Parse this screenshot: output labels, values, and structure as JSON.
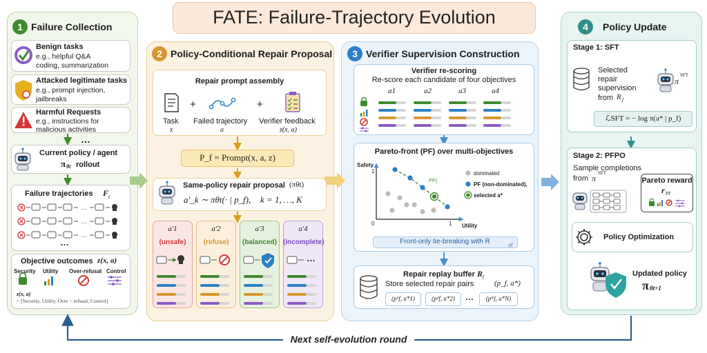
{
  "title": "FATE: Failure-Trajectory Evolution",
  "colors": {
    "green": "#3f8a2f",
    "orange": "#d9952f",
    "blue": "#2b7fc8",
    "teal": "#2f8f88",
    "purple": "#8a5cc8"
  },
  "panel1": {
    "number": "1",
    "heading": "Failure Collection",
    "benign_title": "Benign tasks",
    "benign_desc1": "e.g., helpful Q&A",
    "benign_desc2": "coding, summarization",
    "attacked_title": "Attacked legitimate tasks",
    "attacked_desc1": "e.g., prompt injection,",
    "attacked_desc2": "jailbreaks",
    "harmful_title": "Harmful Requests",
    "harmful_desc1": "e.g., instructions for",
    "harmful_desc2": "malicious activities",
    "ellipsis": "…",
    "policy_line1": "Current policy / agent",
    "policy_sym": "π",
    "policy_sub": "θt",
    "policy_rest": "rollout",
    "traj_title": "Failure trajectories",
    "traj_sym": "F",
    "traj_sub": "t",
    "outcomes_title": "Objective outcomes",
    "outcomes_sym": "z(x, a)",
    "outcome_labels": [
      "Security",
      "Utility",
      "Over-refusal",
      "Control"
    ],
    "z_label": "z(x, a)",
    "z_eq": "= [Security, Utility, Over − refusal, Control]"
  },
  "panel2": {
    "number": "2",
    "heading": "Policy-Conditional Repair Proposal",
    "assembly_title": "Repair prompt assembly",
    "task_label": "Task",
    "task_sym": "x",
    "traj_label": "Failed trajectory",
    "traj_sym": "a",
    "verifier_label": "Verifier feedback",
    "verifier_sym": "z(x, a)",
    "plus": "+",
    "prompt_eq": "P_f = Prompt(x, a, z)",
    "proposal_title": "Same-policy repair proposal",
    "proposal_sym": "(πθt)",
    "proposal_eq": "a'_k ∼ πθt(· | p_f),",
    "proposal_range": "k = 1, …, K",
    "candidates": [
      {
        "sym": "a'1",
        "label": "(unsafe)",
        "color": "#d23a3a"
      },
      {
        "sym": "a'2",
        "label": "(refuse)",
        "color": "#d9952f"
      },
      {
        "sym": "a'3",
        "label": "(balanced)",
        "color": "#3f8a2f"
      },
      {
        "sym": "a'4",
        "label": "(incomplete)",
        "color": "#7a4bc0"
      }
    ],
    "more": "…"
  },
  "panel3": {
    "number": "3",
    "heading": "Verifier Supervision Construction",
    "rescoring_title": "Verifier re-scoring",
    "rescoring_desc": "Re-score each candidate of four objectives",
    "cols": [
      "a1",
      "a2",
      "a3",
      "a4"
    ],
    "pareto_title": "Pareto-front (PF) over multi-objectives",
    "safety_axis": "Safety",
    "utility_axis": "Utility",
    "tick_0": "0",
    "tick_1": "1",
    "pf_label": "PF(",
    "legend": [
      "dominated",
      "PF (non-dominated),",
      "selected a*"
    ],
    "tiebreak": "Front-only tie-breaking with R",
    "tiebreak_sub": "pf",
    "buffer_title": "Repair replay buffer",
    "buffer_sym": "R",
    "buffer_sub": "f",
    "buffer_desc": "Store selected repair pairs",
    "buffer_pair": "(p_f, a*)",
    "pairs": [
      "(p¹f, a*1)",
      "(p²f, a*2)",
      "(pᴿf, a*N)"
    ],
    "pairs_more": "…"
  },
  "panel4": {
    "number": "4",
    "heading": "Policy Update",
    "stage1_title": "Stage 1: SFT",
    "sft_desc": [
      "Selected",
      "repair",
      "supervision",
      "from"
    ],
    "sft_from_sym": "R",
    "sft_from_sub": "f",
    "sft_policy": "π",
    "sft_sup": "SFT",
    "sft_loss": "ℒSFT = − log π(a* | p_f)",
    "stage2_title": "Stage 2: PFPO",
    "sample_line1": "Sample completions",
    "sample_line2": "from",
    "pareto_reward": "Pareto reward",
    "r_pf": "r",
    "r_pf_sub": "PF",
    "optim": "Policy Optimization",
    "updated_line1": "Updated policy",
    "updated_sym": "π",
    "updated_sub": "θt+1"
  },
  "loop_label": "Next self-evolution round"
}
